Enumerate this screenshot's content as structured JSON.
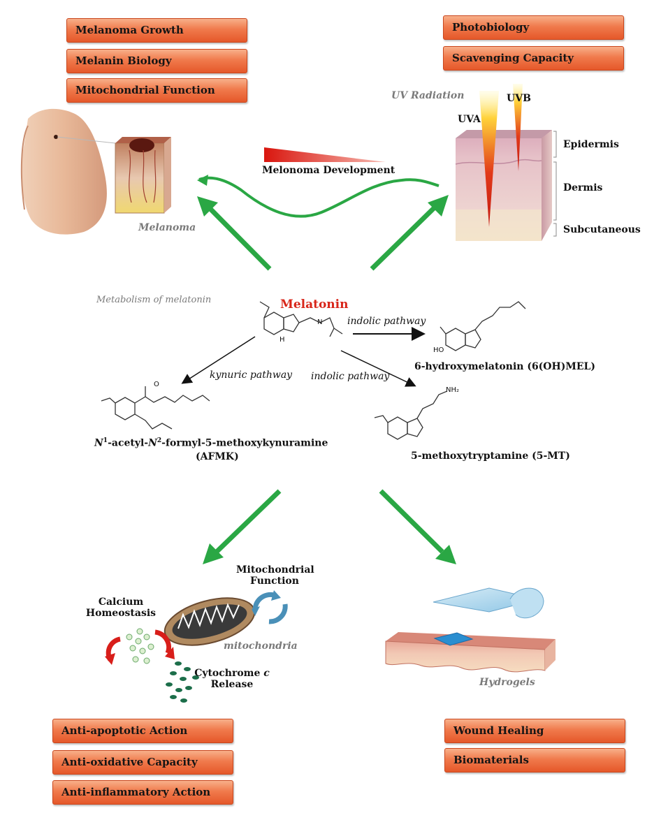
{
  "top_left_tags": [
    "Melanoma Growth",
    "Melanin Biology",
    "Mitochondrial Function"
  ],
  "top_right_tags": [
    "Photobiology",
    "Scavenging Capacity"
  ],
  "bottom_left_tags": [
    "Anti-apoptotic Action",
    "Anti-oxidative Capacity",
    "Anti-inflammatory Action"
  ],
  "bottom_right_tags": [
    "Wound Healing",
    "Biomaterials"
  ],
  "melanoma_caption": "Melanoma",
  "melanoma_development": "Melonoma Development",
  "uv": {
    "title": "UV Radiation",
    "uva": "UVA",
    "uvb": "UVB",
    "layers": [
      "Epidermis",
      "Dermis",
      "Subcutaneous"
    ]
  },
  "metabolism": {
    "title": "Metabolism of melatonin",
    "melatonin": "Melatonin",
    "indolic_pathway_1": "indolic pathway",
    "indolic_pathway_2": "indolic pathway",
    "kynuric_pathway": "kynuric pathway",
    "product_6ohmel": "6-hydroxymelatonin (6(OH)MEL)",
    "product_5mt": "5-methoxytryptamine (5-MT)",
    "afmk_n1": "N",
    "afmk_sup1": "1",
    "afmk_mid": "-acetyl-",
    "afmk_n2": "N",
    "afmk_sup2": "2",
    "afmk_end": "-formyl-5-methoxykynuramine",
    "afmk_abbr": "(AFMK)",
    "atoms": {
      "H": "H",
      "N": "N",
      "HO": "HO",
      "O": "O",
      "NH2": "NH₂"
    }
  },
  "mito": {
    "mitochondrial_function_1": "Mitochondrial",
    "mitochondrial_function_2": "Function",
    "calcium_1": "Calcium",
    "calcium_2": "Homeostasis",
    "mitochondria_caption": "mitochondria",
    "cytochrome_1": "Cytochrome ",
    "cytochrome_c": "c",
    "cytochrome_2": "Release"
  },
  "hydrogels_caption": "Hydrogels",
  "colors": {
    "arrow_green": "#2aa744",
    "tag_orange": "#ee6f42",
    "melatonin_red": "#d8261a",
    "box_green": "#c8dba8"
  }
}
